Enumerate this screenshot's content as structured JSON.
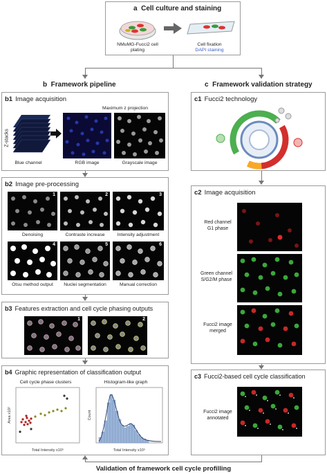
{
  "top": {
    "letter": "a",
    "title": "Cell culture and staining",
    "left_label_1": "NMuMG-Fucci2 cell",
    "left_label_2": "plating",
    "right_label_1": "Cell fixation",
    "right_label_2": "DAPI staining"
  },
  "left": {
    "letter": "b",
    "title": "Framework pipeline",
    "b1": {
      "id": "b1",
      "title": "Image acquisition",
      "proj_label": "Maximum z projection",
      "zstack_label": "Z-stacks",
      "blue_label": "Blue channel",
      "rgb_label": "RGB image",
      "gray_label": "Grayscale image"
    },
    "b2": {
      "id": "b2",
      "title": "Image pre-processing",
      "tiles": [
        {
          "num": "1",
          "label": "Denoising"
        },
        {
          "num": "2",
          "label": "Contraste increase"
        },
        {
          "num": "3",
          "label": "Intensity adjustment"
        },
        {
          "num": "4",
          "label": "Otsu method output"
        },
        {
          "num": "5",
          "label": "Nuclei segmentation"
        },
        {
          "num": "6",
          "label": "Manual correction"
        }
      ]
    },
    "b3": {
      "id": "b3",
      "title": "Features extraction and cell cycle phasing outputs",
      "tiles": [
        {
          "num": "1"
        },
        {
          "num": "2"
        }
      ]
    },
    "b4": {
      "id": "b4",
      "title": "Graphic representation of classification output",
      "scatter_title": "Cell cycle phase clusters",
      "scatter_xlabel": "Total Intensity x10⁵",
      "scatter_ylabel": "Area x10²",
      "hist_title": "Histogram-like graph",
      "hist_xlabel": "Total Intensity x10⁵",
      "hist_ylabel": "Count"
    }
  },
  "right": {
    "letter": "c",
    "title": "Framework validation strategy",
    "c1": {
      "id": "c1",
      "title": "Fucci2 technology"
    },
    "c2": {
      "id": "c2",
      "title": "Image acquisition",
      "rows": [
        {
          "line1": "Red channel",
          "line2": "G1 phase"
        },
        {
          "line1": "Green channel",
          "line2": "S/G2/M phase"
        },
        {
          "line1": "Fucci2 image",
          "line2": "merged"
        }
      ]
    },
    "c3": {
      "id": "c3",
      "title": "Fucci2-based cell cycle classification",
      "label1": "Fucci2 image",
      "label2": "annotated"
    }
  },
  "bottom": {
    "title": "Validation of framework cell cycle profilling"
  },
  "colors": {
    "blue_text": "#3a5bc7",
    "arrow": "#777777",
    "border": "#9a9a9a"
  }
}
